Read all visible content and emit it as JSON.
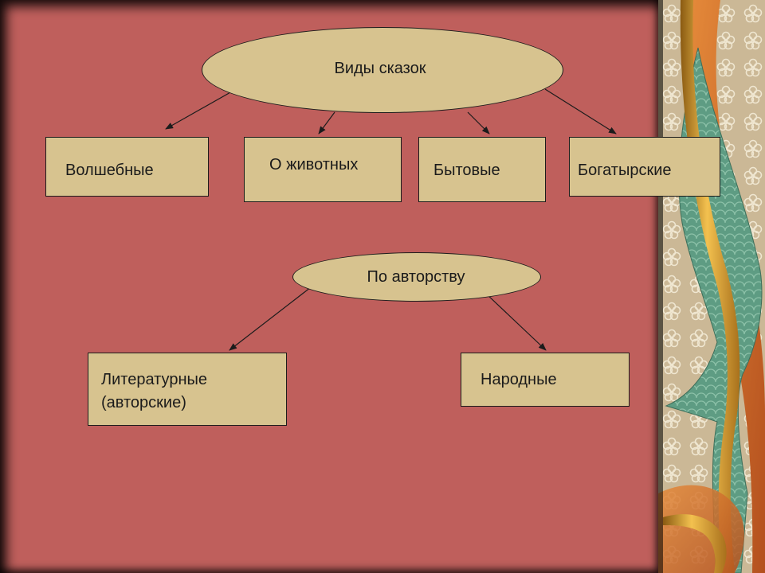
{
  "diagram": {
    "root": {
      "label": "Виды сказок"
    },
    "categories": [
      {
        "label": "Волшебные"
      },
      {
        "label": "О животных"
      },
      {
        "label": "Бытовые"
      },
      {
        "label": "Богатырские"
      }
    ],
    "author_node": {
      "label": "По авторству"
    },
    "literary": {
      "line1": "Литературные",
      "line2": "(авторские)"
    },
    "folk": {
      "label": "Народные"
    }
  },
  "colors": {
    "background": "#bf5f5c",
    "node_fill": "#d7c38f",
    "outline": "#1c1c1c",
    "frame": "#000000"
  }
}
